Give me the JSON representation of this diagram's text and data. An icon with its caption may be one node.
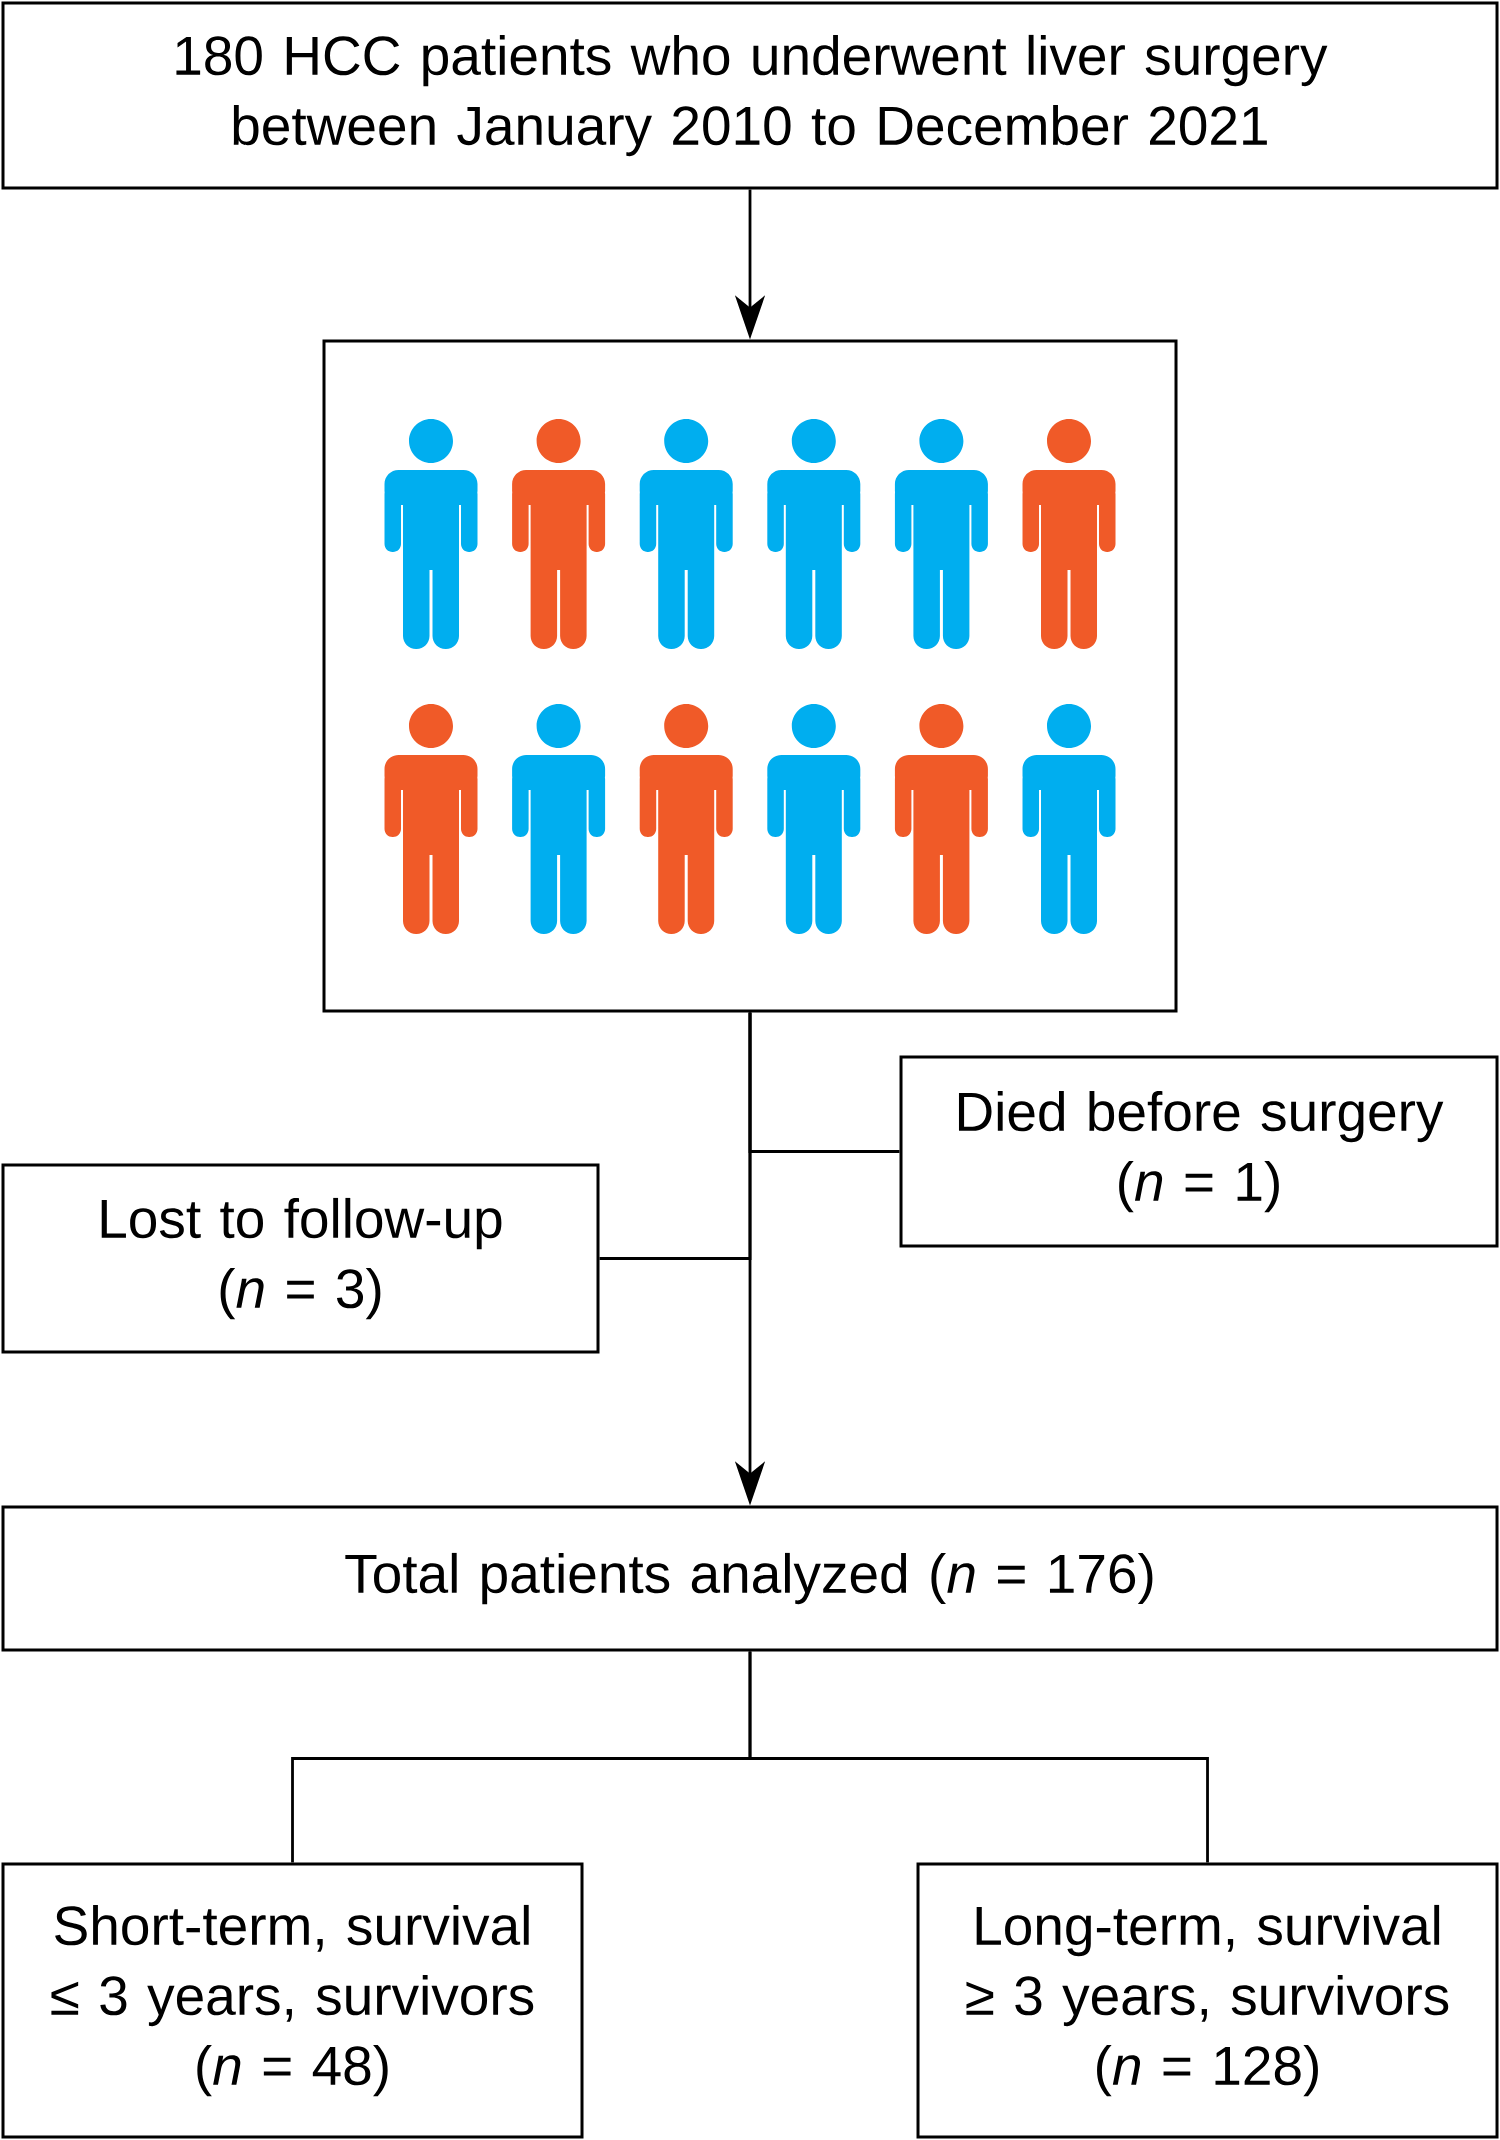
{
  "diagram": {
    "nodes": [
      {
        "text": [
          "180 HCC patients who underwent liver surgery between January 2010 to December 2021"
        ]
      },
      {
        "text": [],
        "shape": "picture"
      },
      {
        "text": [
          "Died before surgery (*n* = 1)"
        ]
      },
      {
        "text": [
          "Lost to follow-up (*n* = 3)"
        ]
      },
      {
        "text": [
          "Total patients analyzed (*n* = 176)"
        ]
      },
      {
        "text": [
          "Short-term, survival ≤ 3 years, survivors (*n* = 48)"
        ]
      },
      {
        "text": [
          "Long-term, survival ≥ 3 years, survivors (*n* = 128)"
        ]
      }
    ],
    "edges": [
      {
        "from": 0,
        "to": 1,
        "arrow": "to"
      },
      {
        "from": 1,
        "to": 2,
        "arrow": "none"
      },
      {
        "from": 1,
        "to": 3,
        "arrow": "none"
      },
      {
        "from": 1,
        "to": 4,
        "arrow": "to"
      },
      {
        "from": 4,
        "to": 5,
        "arrow": "none"
      },
      {
        "from": 4,
        "to": 6,
        "arrow": "none"
      }
    ]
  }
}
